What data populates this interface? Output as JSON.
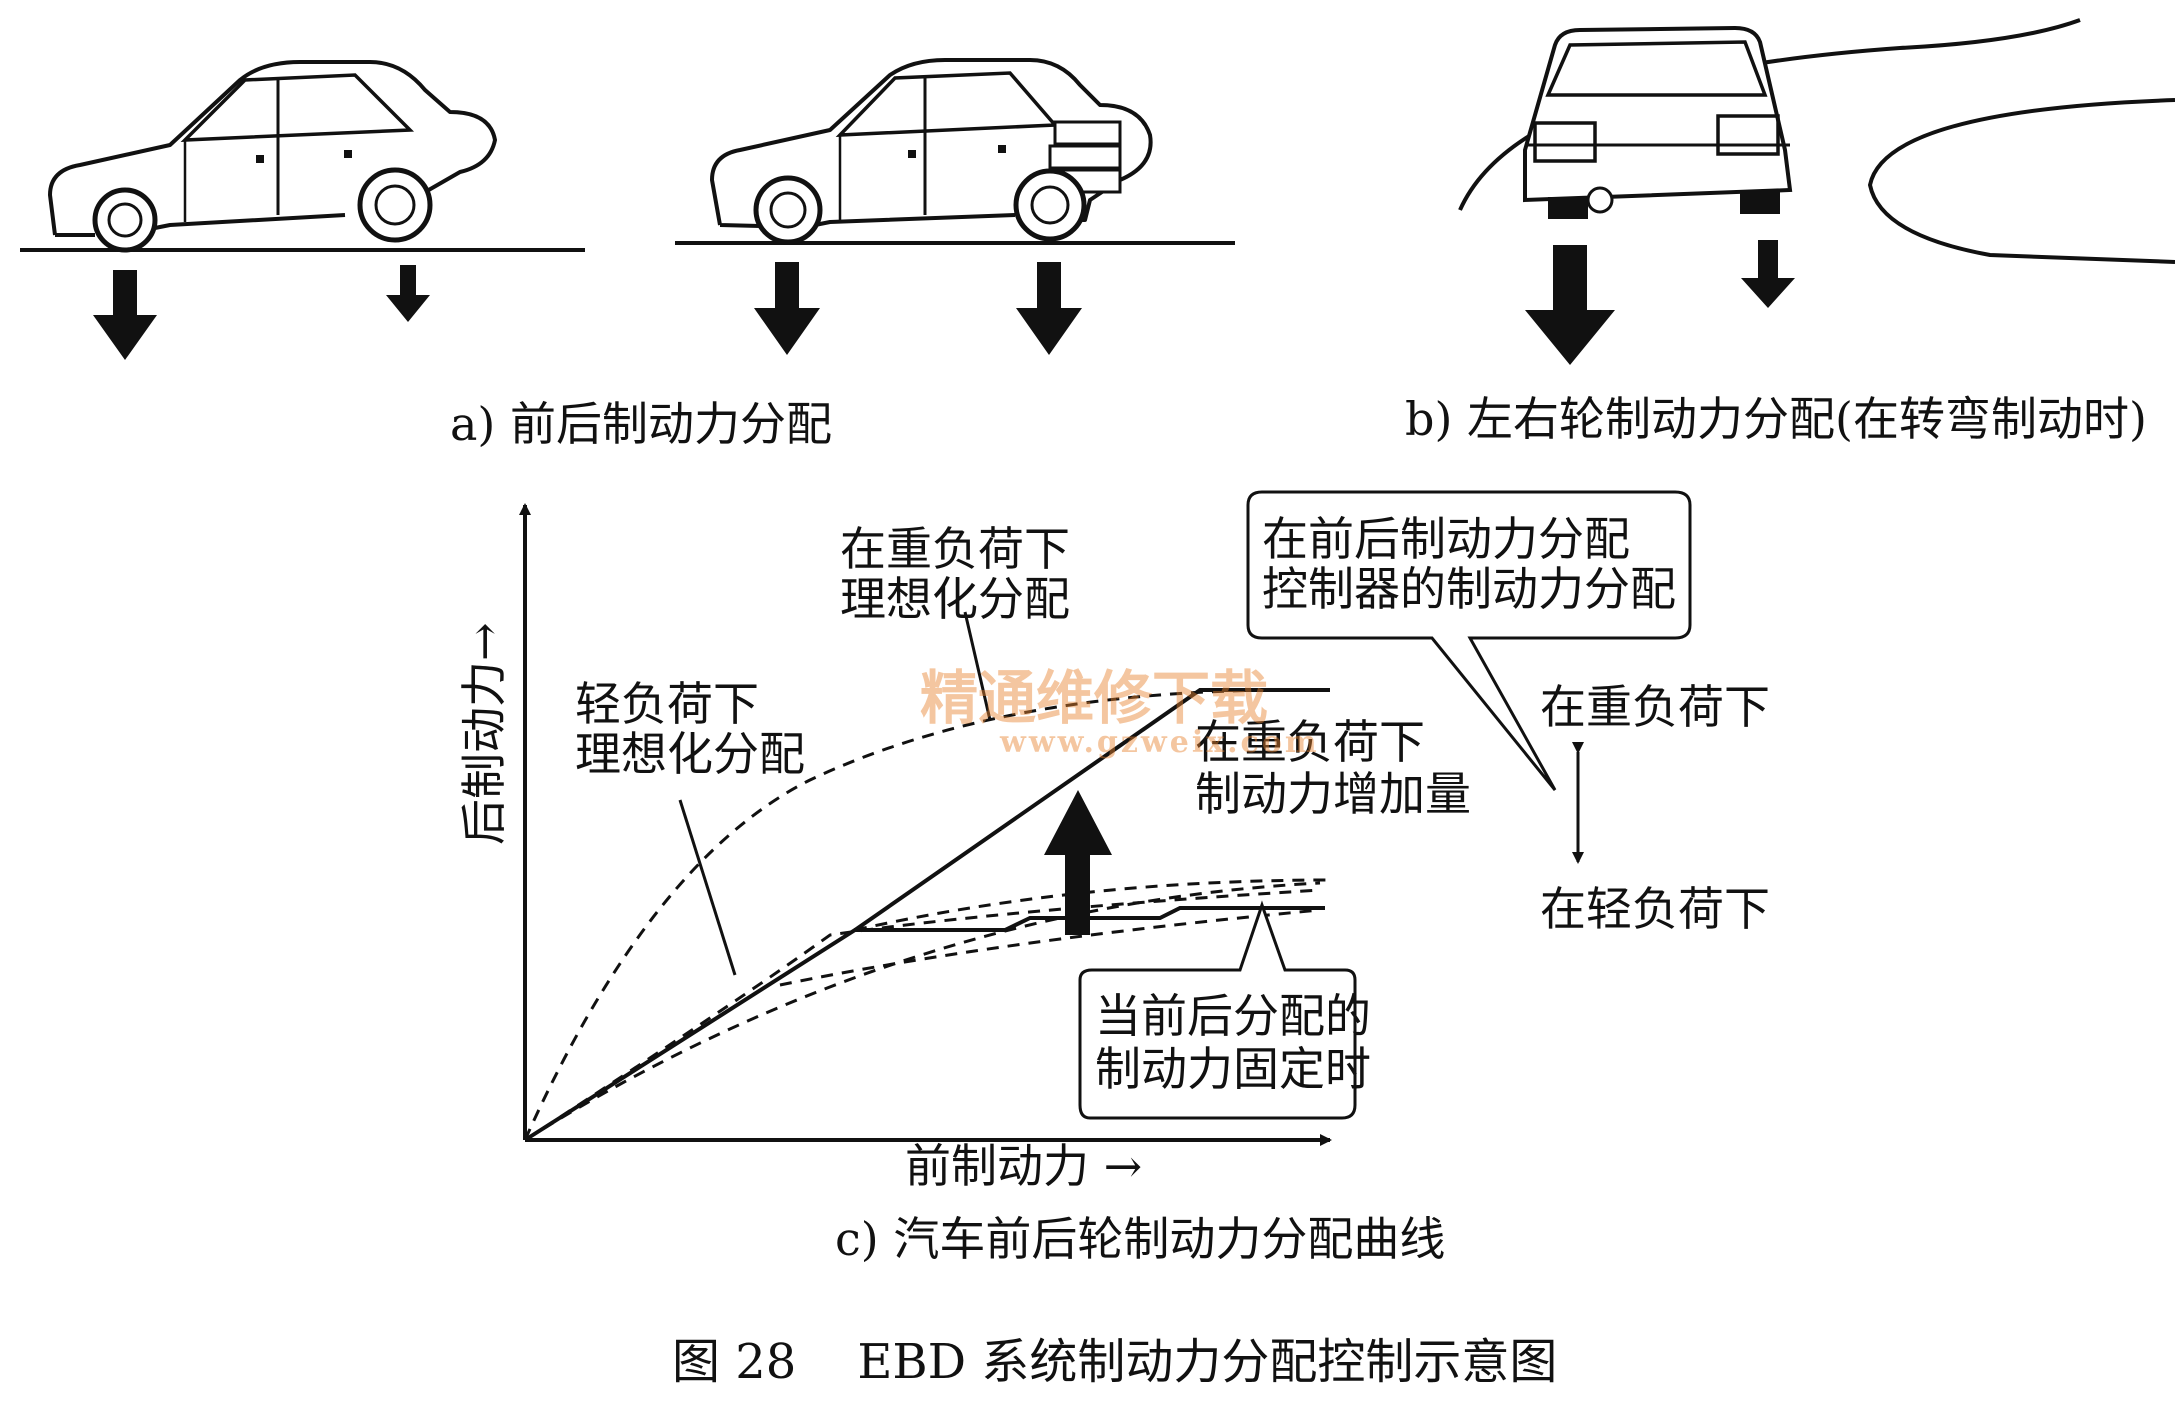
{
  "captions": {
    "a": "a) 前后制动力分配",
    "b": "b) 左右轮制动力分配(在转弯制动时)",
    "c": "c) 汽车前后轮制动力分配曲线"
  },
  "chart": {
    "y_axis_label": "后制动力→",
    "x_axis_label": "前制动力  →",
    "curve_labels": {
      "light_ideal_line1": "轻负荷下",
      "light_ideal_line2": "理想化分配",
      "heavy_ideal_line1": "在重负荷下",
      "heavy_ideal_line2": "理想化分配",
      "heavy_increase_line1": "在重负荷下",
      "heavy_increase_line2": "制动力增加量",
      "fixed_line1": "当前后分配的",
      "fixed_line2": "制动力固定时"
    },
    "callout": {
      "line1": "在前后制动力分配",
      "line2": "控制器的制动力分配"
    },
    "load_range": {
      "heavy": "在重负荷下",
      "light": "在轻负荷下"
    }
  },
  "watermark": {
    "text": "精通维修下载",
    "url": "www.gzweix.com"
  },
  "figure_caption": "图 28    EBD 系统制动力分配控制示意图"
}
